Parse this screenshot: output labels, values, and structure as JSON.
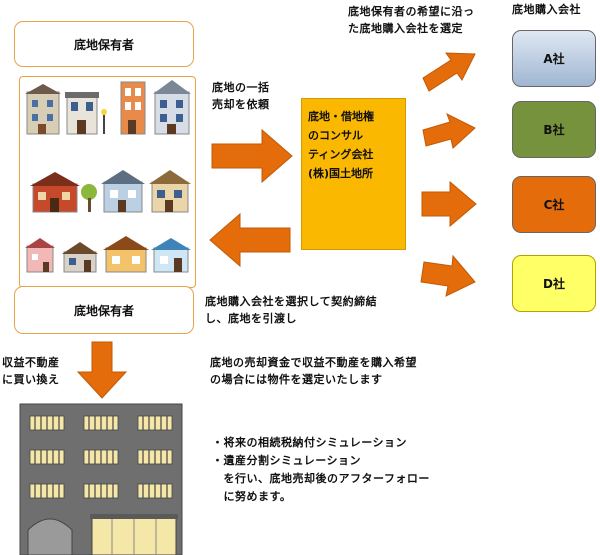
{
  "owner_top": "底地保有者",
  "owner_bottom": "底地保有者",
  "arrow_right_label": [
    "底地の一括",
    "売却を依頼"
  ],
  "consult_label": [
    "底地・借地権",
    "のコンサル",
    "ティング会社",
    "(株)国土地所"
  ],
  "buyer_select_label": [
    "底地保有者の希望に沿っ",
    "た底地購入会社を選定"
  ],
  "buyers_header": "底地購入会社",
  "companies": [
    {
      "label": "A社",
      "color": "#b8cce4"
    },
    {
      "label": "B社",
      "color": "#76923c"
    },
    {
      "label": "C社",
      "color": "#e46c0a"
    },
    {
      "label": "D社",
      "color": "#ffff66"
    }
  ],
  "contract_label": [
    "底地購入会社を選択して契約締結",
    "し、底地を引渡し"
  ],
  "reinvest_label": [
    "収益不動産",
    "に買い換え"
  ],
  "purchase_label": [
    "底地の売却資金で収益不動産を購入希望",
    "の場合には物件を選定いたします"
  ],
  "services": [
    "・将来の相続税納付シミュレーション",
    "・遺産分割シミュレーション",
    "　を行い、底地売却後のアフターフォロー",
    "　に努めます。"
  ],
  "colors": {
    "arrow": "#e46c0a",
    "border": "#e8a24a",
    "consult": "#fbb800"
  }
}
